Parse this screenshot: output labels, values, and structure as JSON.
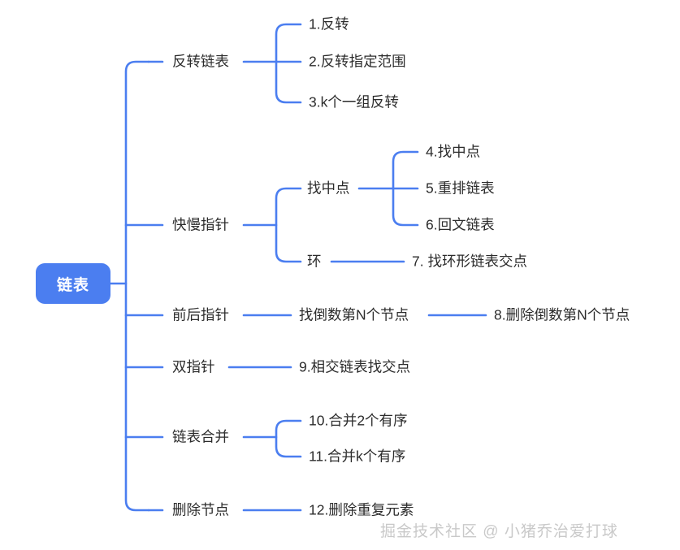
{
  "diagram": {
    "type": "mindmap",
    "title": "链表",
    "root": {
      "label": "链表",
      "color": "#4b7ef0",
      "text_color": "#ffffff"
    },
    "line_color": "#4b7ef0",
    "text_color": "#2c2c2c",
    "branches": [
      {
        "label": "反转链表",
        "children": [
          {
            "label": "1.反转"
          },
          {
            "label": "2.反转指定范围"
          },
          {
            "label": "3.k个一组反转"
          }
        ]
      },
      {
        "label": "快慢指针",
        "children": [
          {
            "label": "找中点",
            "children": [
              {
                "label": "4.找中点"
              },
              {
                "label": "5.重排链表"
              },
              {
                "label": "6.回文链表"
              }
            ]
          },
          {
            "label": "环",
            "children": [
              {
                "label": "7. 找环形链表交点"
              }
            ]
          }
        ]
      },
      {
        "label": "前后指针",
        "children": [
          {
            "label": "找倒数第N个节点",
            "children": [
              {
                "label": "8.删除倒数第N个节点"
              }
            ]
          }
        ]
      },
      {
        "label": "双指针",
        "children": [
          {
            "label": "9.相交链表找交点"
          }
        ]
      },
      {
        "label": "链表合并",
        "children": [
          {
            "label": "10.合并2个有序"
          },
          {
            "label": "11.合并k个有序"
          }
        ]
      },
      {
        "label": "删除节点",
        "children": [
          {
            "label": "12.删除重复元素"
          }
        ]
      }
    ]
  },
  "watermark": {
    "text": "掘金技术社区 @ 小猪乔治爱打球"
  }
}
